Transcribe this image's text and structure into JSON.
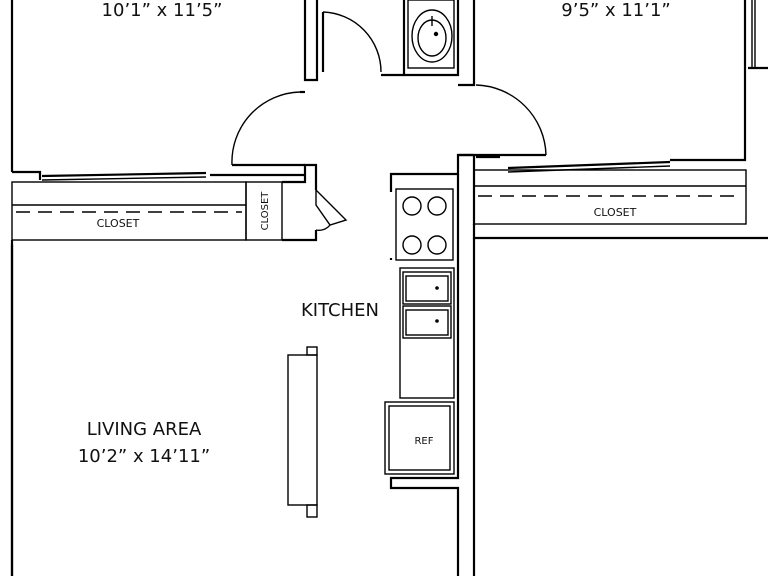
{
  "rooms": {
    "bedroom_left": {
      "dims": "10’1” x 11’5”"
    },
    "bedroom_right": {
      "dims": "9’5” x 11’1”"
    },
    "kitchen": {
      "name": "KITCHEN"
    },
    "living": {
      "name": "LIVING AREA",
      "dims": "10’2” x 14’11”"
    }
  },
  "closets": {
    "left": "CLOSET",
    "hall": "CLOSET",
    "right": "CLOSET"
  },
  "appliances": {
    "ref": "REF"
  }
}
